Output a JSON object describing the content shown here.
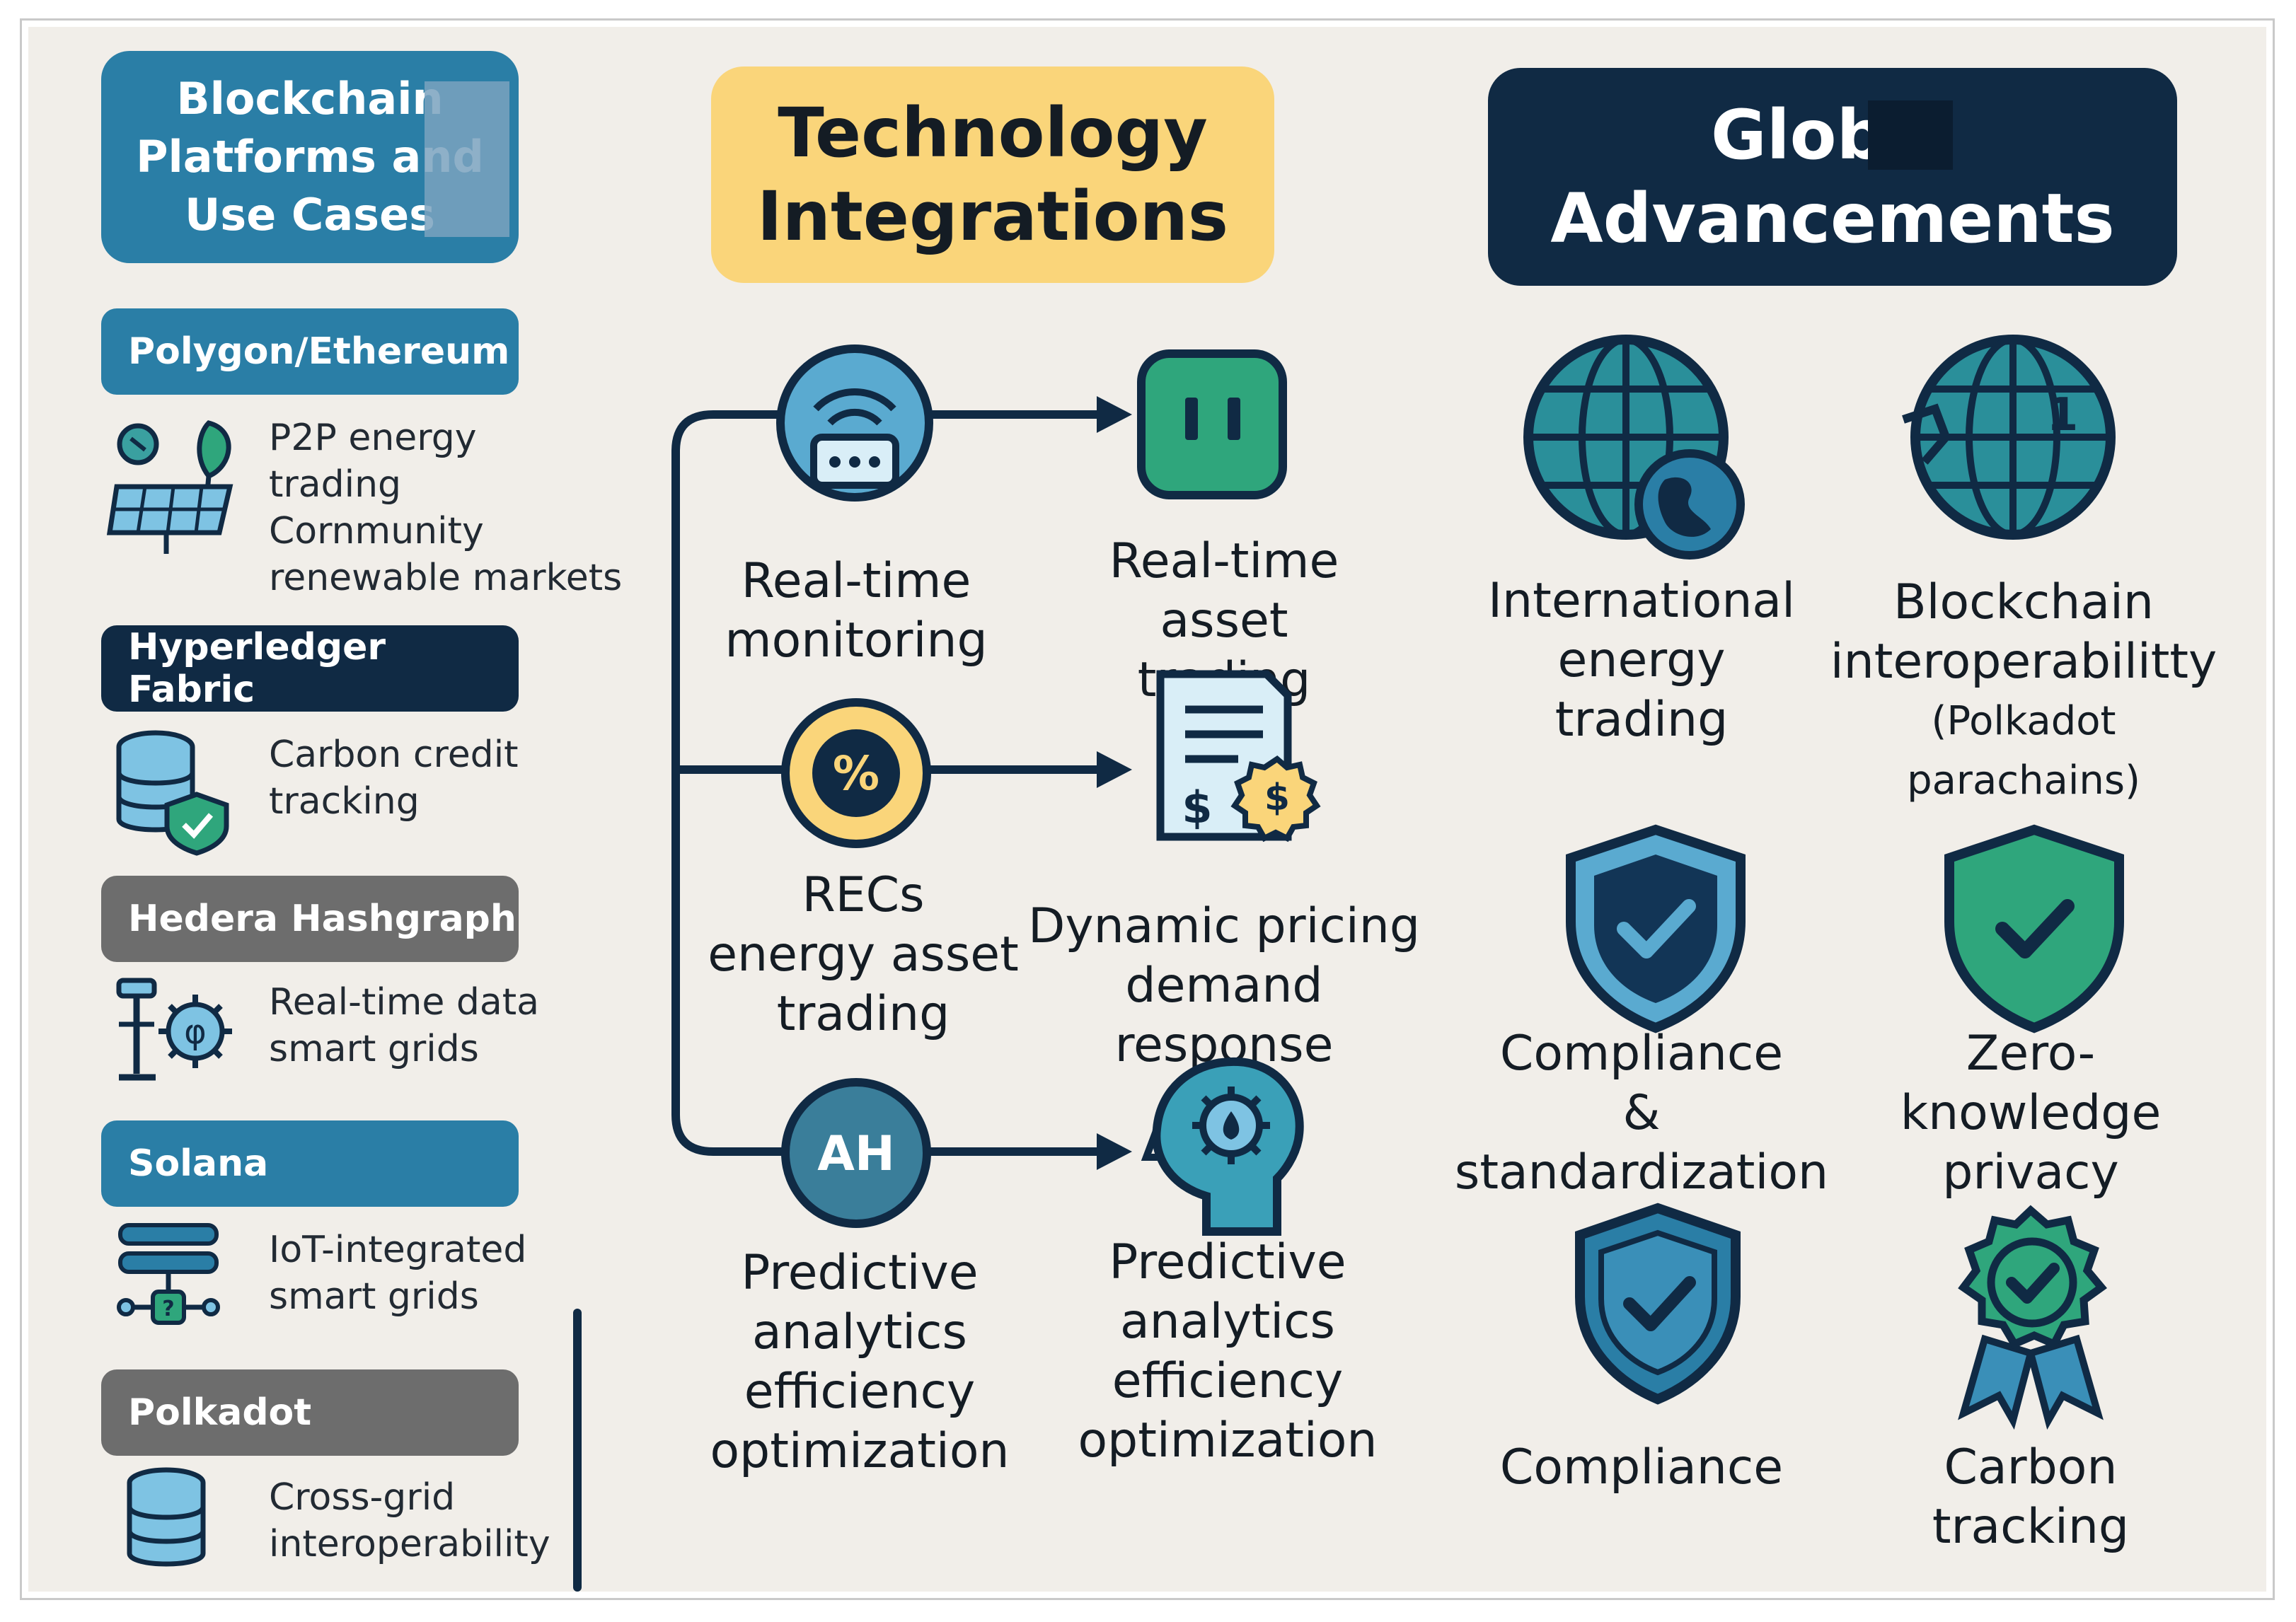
{
  "columns": {
    "platforms": {
      "title_lines": [
        "Blockchain",
        "Platforms and",
        "Use Cases"
      ],
      "items": [
        {
          "name": "Polygon/Ethereum",
          "desc_lines": [
            "P2P energy",
            "trading",
            "Cornmunity",
            "renewable markets"
          ],
          "icon": "solar-panel-leaf-icon"
        },
        {
          "name": "Hyperledger Fabric",
          "desc_lines": [
            "Carbon credit",
            "tracking"
          ],
          "icon": "database-shield-icon"
        },
        {
          "name": "Hedera Hashgraph",
          "desc_lines": [
            "Real-time data",
            "smart grids"
          ],
          "icon": "grid-tower-chip-icon"
        },
        {
          "name": "Solana",
          "desc_lines": [
            "IoT-integrated",
            "smart grids"
          ],
          "icon": "server-network-icon"
        },
        {
          "name": "Polkadot",
          "desc_lines": [
            "Cross-grid",
            "interoperability"
          ],
          "icon": "database-stack-icon"
        }
      ]
    },
    "technology": {
      "title_lines": [
        "Technology",
        "Integrations"
      ],
      "rows": [
        {
          "left_lines": [
            "Real-time",
            "monitoring"
          ],
          "left_icon": "wifi-meter-icon",
          "right_lines": [
            "Real-time",
            "asset trading"
          ],
          "right_icon": "pause-square-icon"
        },
        {
          "left_lines": [
            "RECs",
            "energy asset",
            "trading"
          ],
          "left_icon": "percent-badge-icon",
          "left_glyph": "%",
          "right_lines": [
            "Dynamic pricing",
            "demand response"
          ],
          "right_icon": "invoice-dollar-icon"
        },
        {
          "left_lines": [
            "Predictive",
            "analytics",
            "efficiency",
            "optimization"
          ],
          "left_icon": "ah-circle-icon",
          "left_glyph": "AH",
          "right_lines": [
            "Predictive",
            "analytics",
            "efficiency",
            "optimization"
          ],
          "right_icon": "head-gear-icon"
        }
      ]
    },
    "global": {
      "title_lines": [
        "Global",
        "Advancements"
      ],
      "items": [
        {
          "lines": [
            "International",
            "energy",
            "trading"
          ],
          "icon": "globe-earth-icon"
        },
        {
          "lines": [
            "Blockchain",
            "interoperabilitty",
            "(Polkadot parachains)"
          ],
          "icon": "globe-network-icon"
        },
        {
          "lines": [
            "Compliance",
            "& standardization"
          ],
          "icon": "shield-check-dark-icon"
        },
        {
          "lines": [
            "Zero-knowledge",
            "privacy"
          ],
          "icon": "shield-check-green-icon"
        },
        {
          "lines": [
            "Compliance"
          ],
          "icon": "shield-check-blue-icon"
        },
        {
          "lines": [
            "Carbon",
            "tracking"
          ],
          "icon": "award-badge-icon"
        }
      ]
    }
  },
  "colors": {
    "background": "#f1eee9",
    "blue": "#2a7ea6",
    "navy": "#102a44",
    "gray": "#6d6d6d",
    "yellow": "#fad57a",
    "green": "#2fa67c",
    "teal": "#3aa0a0"
  }
}
